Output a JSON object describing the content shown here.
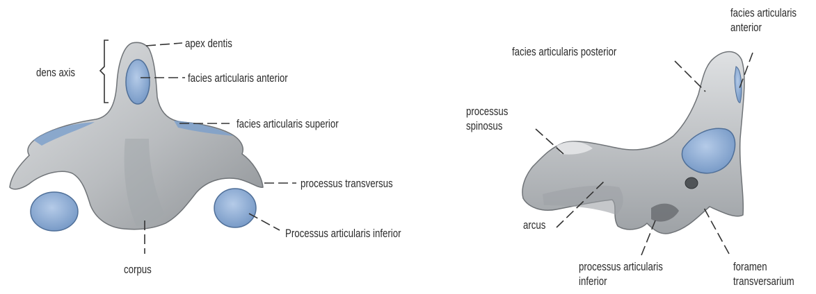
{
  "left_view": {
    "labels": {
      "dens_axis": "dens axis",
      "apex_dentis": "apex dentis",
      "facies_articularis_anterior": "facies articularis anterior",
      "facies_articularis_superior": "facies articularis superior",
      "processus_transversus": "processus transversus",
      "processus_articularis_inferior": "Processus articularis inferior",
      "corpus": "corpus"
    }
  },
  "right_view": {
    "labels": {
      "facies_articularis_anterior": "facies articularis\nanterior",
      "facies_articularis_posterior": "facies articularis posterior",
      "processus_spinosus": "processus\nspinosus",
      "arcus": "arcus",
      "processus_articularis_inferior": "processus articularis\ninferior",
      "foramen_transversarium": "foramen\ntransversarium"
    }
  },
  "colors": {
    "bone": "#b9bcbf",
    "bone_dark": "#8e9296",
    "bone_light": "#e6e7e8",
    "cartilage": "#8fb0d8",
    "cartilage_dark": "#5f86b8",
    "label": "#2b2b2b"
  }
}
